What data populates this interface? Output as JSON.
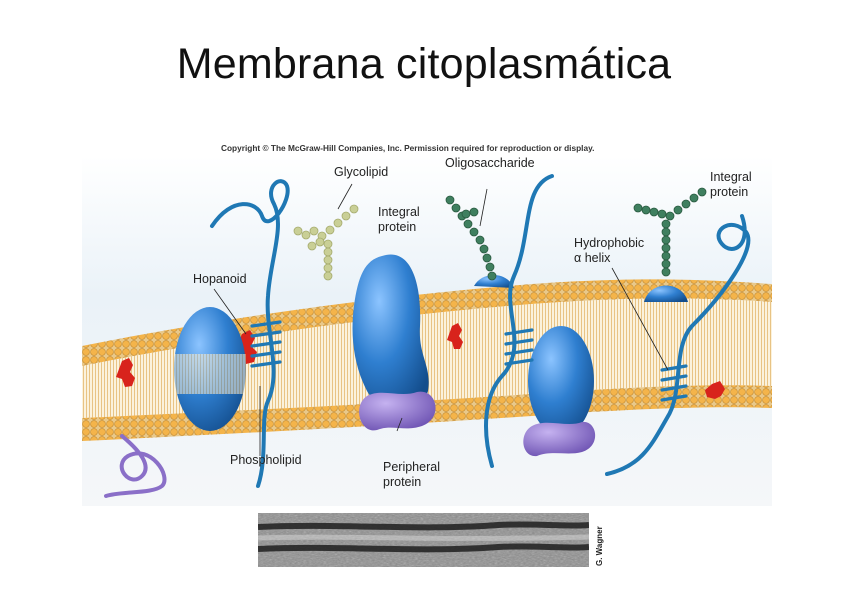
{
  "slide": {
    "title": "Membrana citoplasmática",
    "copyright": "Copyright © The McGraw-Hill Companies, Inc. Permission required for reproduction or display.",
    "credit": "G. Wagner"
  },
  "diagram": {
    "labels": {
      "glycolipid": "Glycolipid",
      "oligosaccharide": "Oligosaccharide",
      "integral_protein_center": "Integral\nprotein",
      "integral_protein_right": "Integral\nprotein",
      "hopanoid": "Hopanoid",
      "hydrophobic_helix": "Hydrophobic\nα helix",
      "phospholipid": "Phospholipid",
      "peripheral_protein": "Peripheral\nprotein"
    },
    "colors": {
      "lipid_head": "#f2b84b",
      "integral_protein": "#2f7fd0",
      "peripheral_protein": "#8a6fc8",
      "hopanoid": "#d8231c",
      "glycolipid_sugar": "#c9cf96",
      "oligosaccharide_sugar": "#3f7f5f"
    }
  }
}
